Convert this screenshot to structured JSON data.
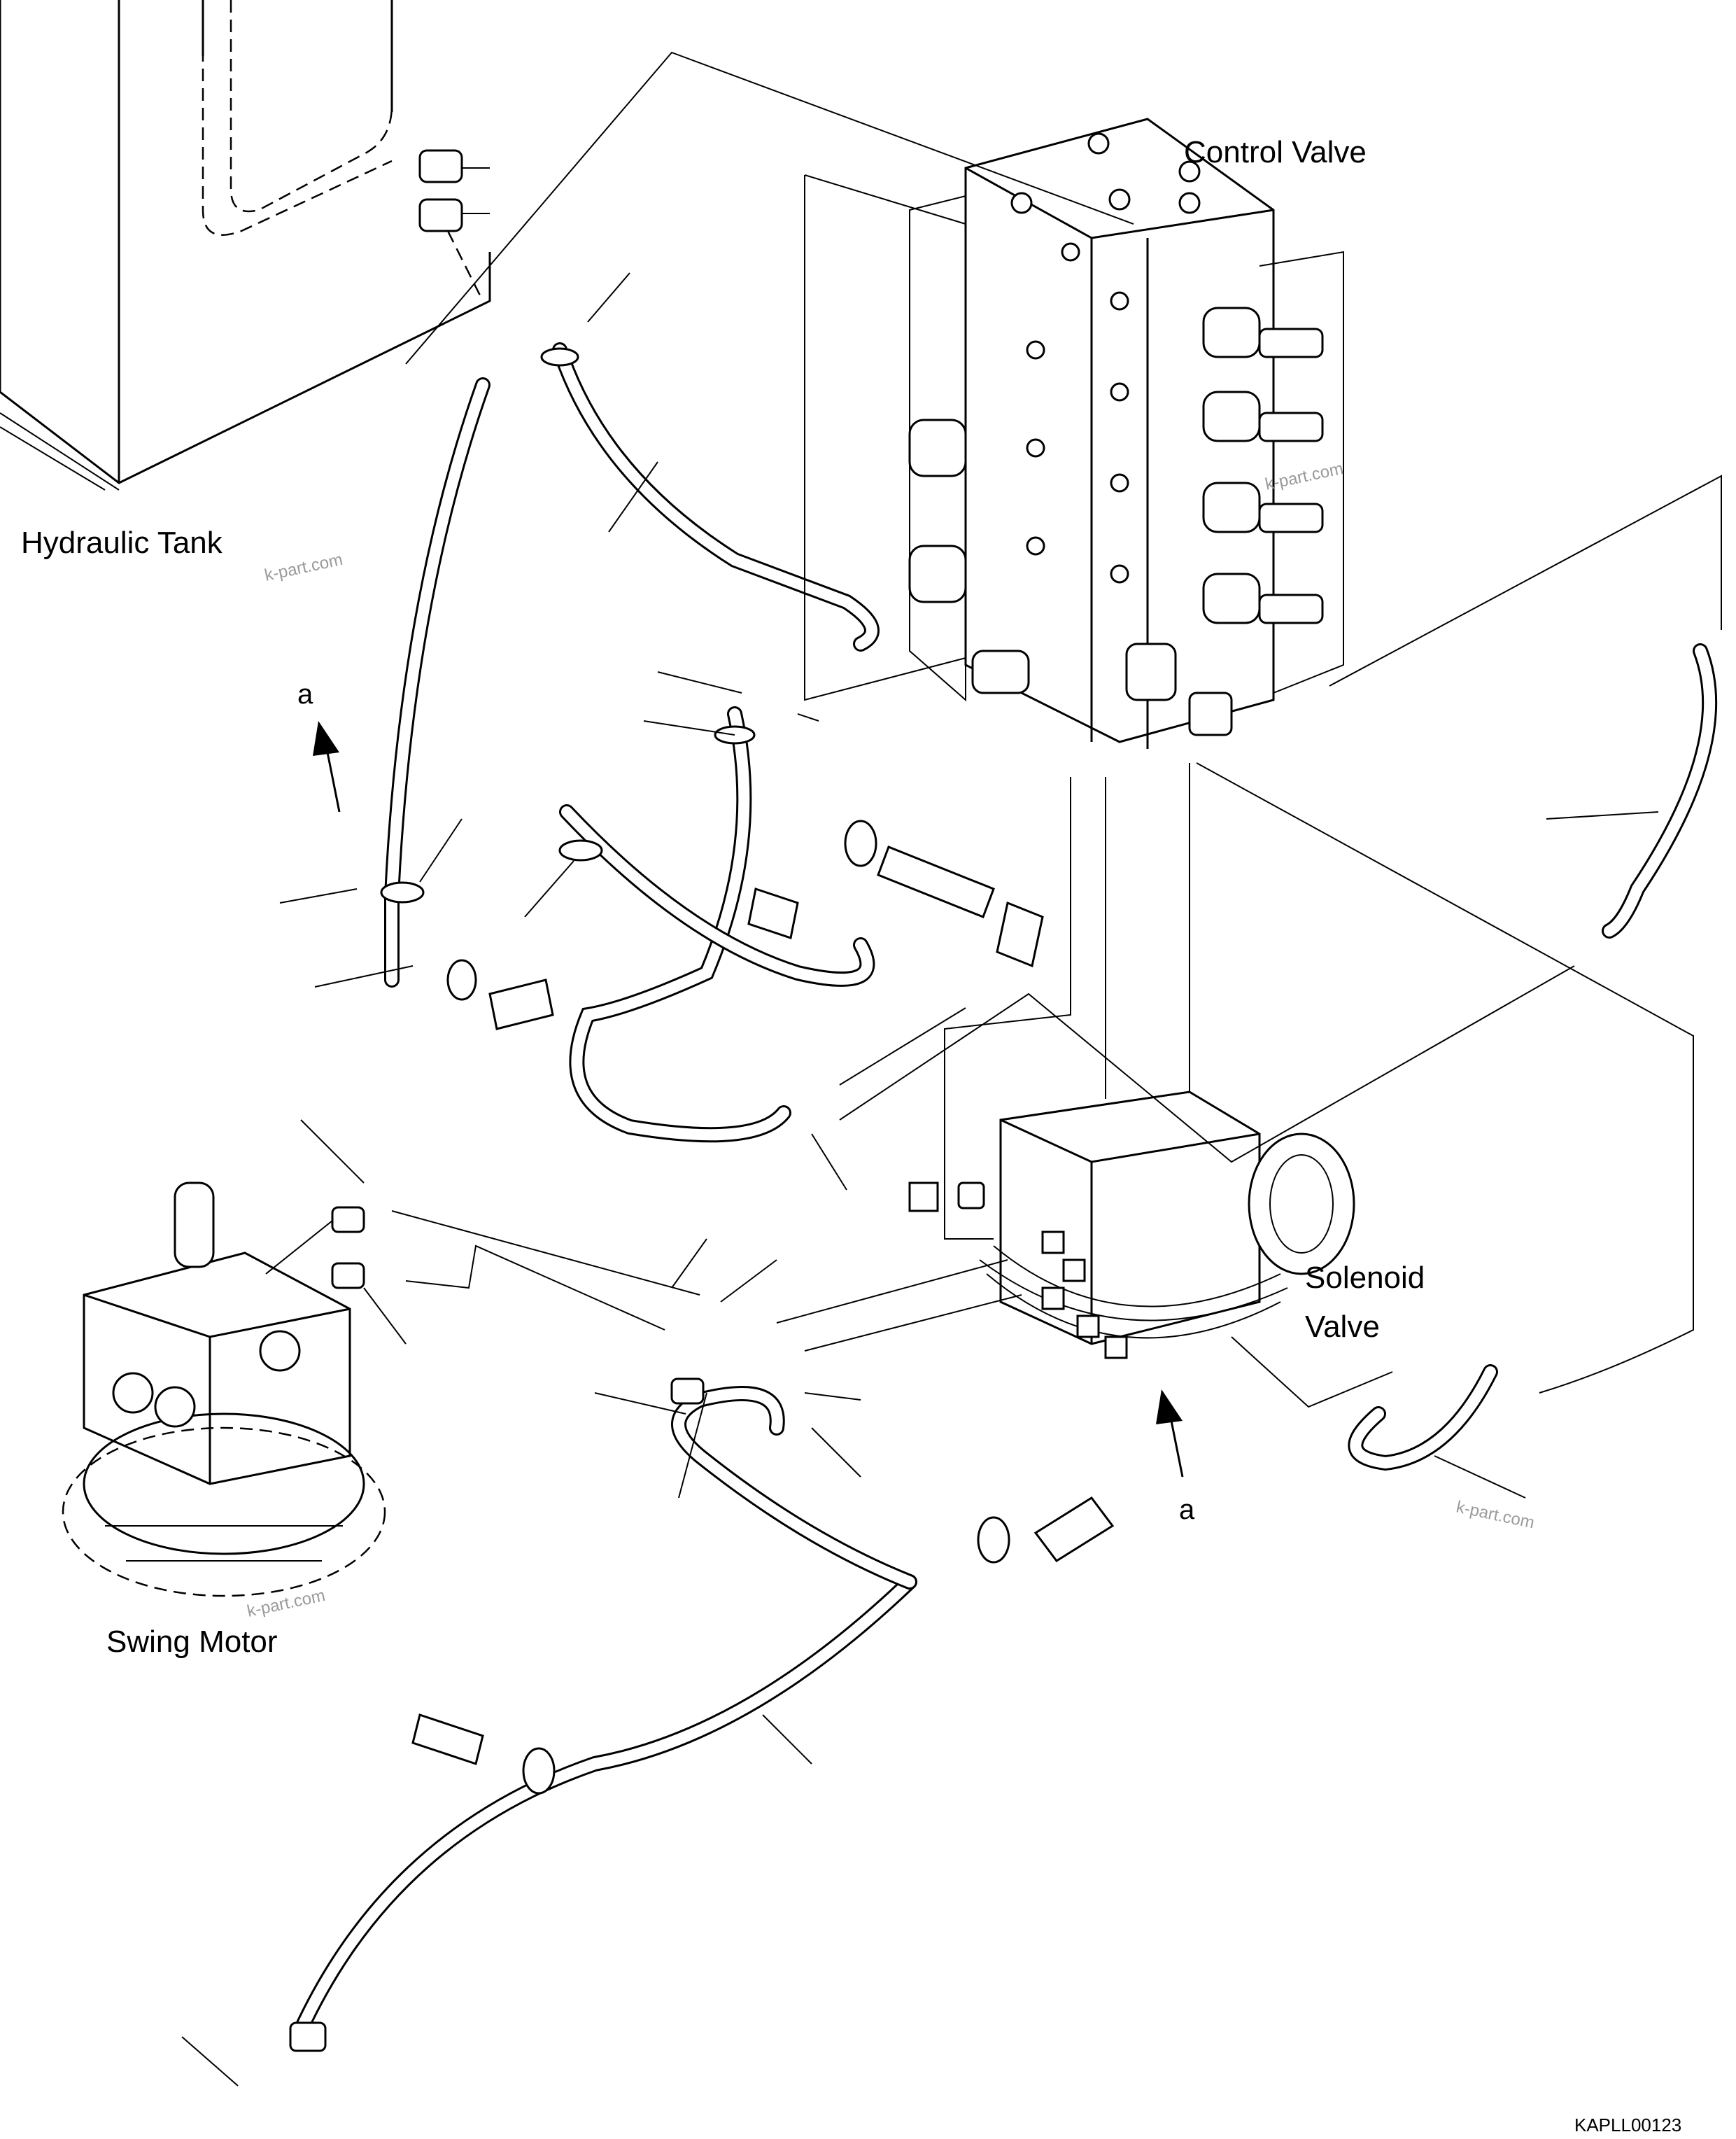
{
  "labels": {
    "control_valve": "Control Valve",
    "hydraulic_tank": "Hydraulic Tank",
    "solenoid_line1": "Solenoid",
    "solenoid_line2": "Valve",
    "swing_motor": "Swing Motor",
    "arrow_a_left": "a",
    "arrow_a_right": "a",
    "drawing_code": "KAPLL00123"
  },
  "watermarks": [
    "k-part.com",
    "k-part.com",
    "k-part.com",
    "k-part.com"
  ]
}
